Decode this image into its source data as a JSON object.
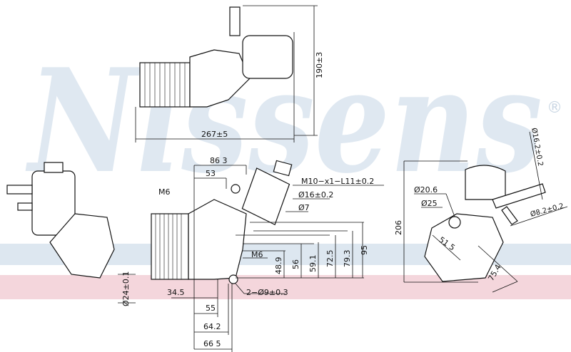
{
  "brand": {
    "watermark": "Nissens",
    "registered": "®",
    "watermark_color": "#dfe8f1",
    "band_blue": "#dde7f0",
    "band_red": "#f4d6dc"
  },
  "top_view": {
    "height": "190±3",
    "width": "267±5"
  },
  "front_view": {
    "dim_86_3": "86 3",
    "dim_53": "53",
    "m6_top": "M6",
    "thread": "M10−x1−L11±0.2",
    "d16": "Ø16±0.2",
    "d7": "Ø7",
    "m6_mid": "M6",
    "heights": [
      "48.9",
      "56",
      "59.1",
      "72.5",
      "79.3",
      "95"
    ],
    "dim_34_5": "34.5",
    "holes": "2−Ø9±0.3",
    "dim_55": "55",
    "dim_64_2": "64.2",
    "dim_66_5": "66 5"
  },
  "left_view": {
    "d24": "Ø24±0.1"
  },
  "side_view": {
    "height": "206",
    "d20_6": "Ø20.6",
    "d25": "Ø25",
    "dim_51_5": "51 5",
    "dim_75_4": "75.4",
    "d16_2": "Ø16.2±0.2",
    "d8_2": "Ø8.2±0.2"
  }
}
